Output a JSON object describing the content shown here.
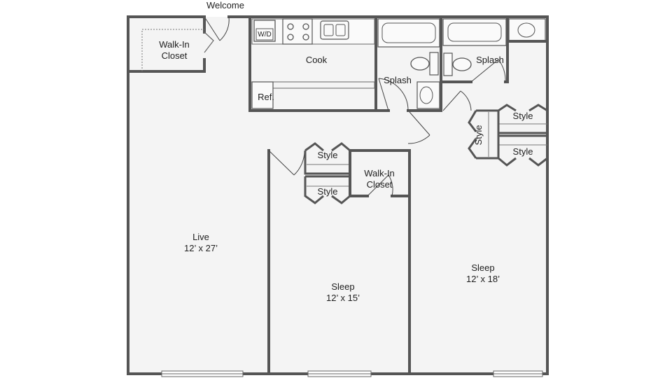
{
  "entry_label": "Welcome",
  "rooms": {
    "walkin_closet_1": {
      "line1": "Walk-In",
      "line2": "Closet"
    },
    "kitchen": {
      "label": "Cook"
    },
    "washer_dryer": {
      "label": "W/D"
    },
    "refrigerator": {
      "label": "Ref."
    },
    "bath_1": {
      "label": "Splash"
    },
    "bath_2": {
      "label": "Splash"
    },
    "living": {
      "name": "Live",
      "size": "12’ x 27’"
    },
    "bedroom_1": {
      "name": "Sleep",
      "size": "12’ x 15’"
    },
    "bedroom_2": {
      "name": "Sleep",
      "size": "12’ x 18’"
    },
    "walkin_closet_2": {
      "line1": "Walk-In",
      "line2": "Closet"
    },
    "closet_a": {
      "label": "Style"
    },
    "closet_b": {
      "label": "Style"
    },
    "closet_c": {
      "label": "Style"
    },
    "closet_d": {
      "label": "Style"
    },
    "closet_e": {
      "label": "Style"
    }
  },
  "colors": {
    "floor": "#f4f4f4",
    "walls": "#555555",
    "text": "#1e1e1e"
  }
}
